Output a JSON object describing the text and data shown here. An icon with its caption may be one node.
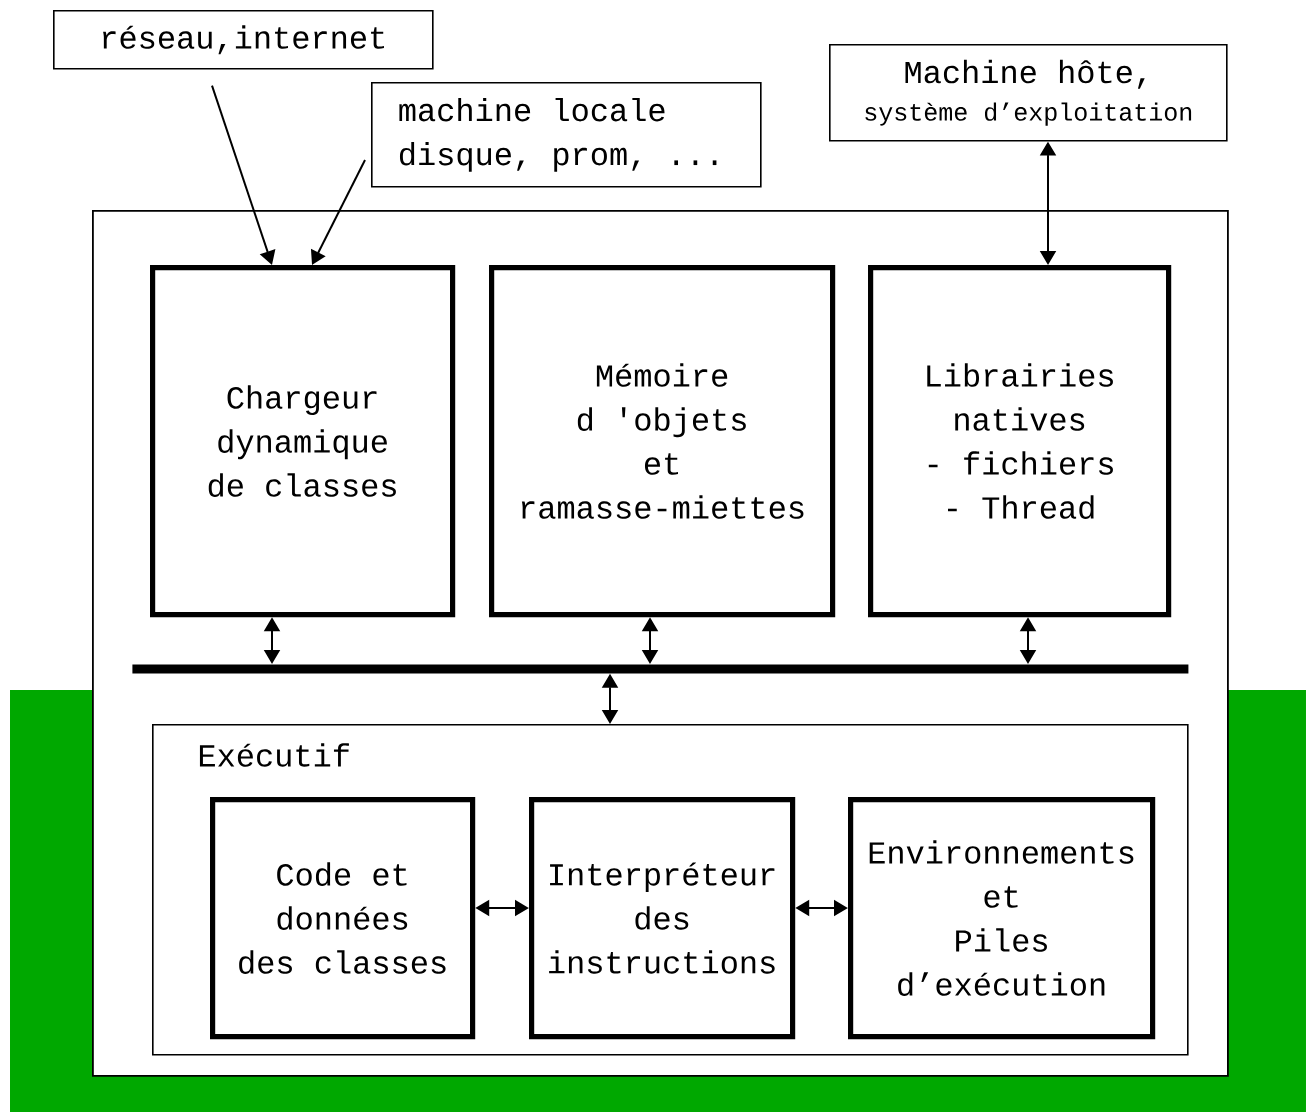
{
  "diagram": {
    "nodes": [
      {
        "text": [
          "réseau,internet"
        ]
      },
      {
        "text": [
          "machine locale disque, prom, ..."
        ]
      },
      {
        "text": [
          "Machine hôte,",
          "système d’exploitation"
        ]
      },
      {
        "text": [],
        "shape": "box"
      },
      {
        "text": [
          "Chargeur dynamique de classes"
        ],
        "in": 3
      },
      {
        "text": [
          "Mémoire d 'objets et ramasse-miettes"
        ],
        "in": 3
      },
      {
        "text": [
          "Librairies natives - fichiers - Thread"
        ],
        "in": 3
      },
      {
        "text": [],
        "shape": "bar",
        "in": 3
      },
      {
        "text": [
          "Exécutif"
        ],
        "in": 3
      },
      {
        "text": [
          "Code et données des classes"
        ],
        "in": 8
      },
      {
        "text": [
          "Interpréteur des instructions"
        ],
        "in": 8
      },
      {
        "text": [
          "Environnements et Piles d’exécution"
        ],
        "in": 8
      }
    ],
    "edges": [
      {
        "from": 0,
        "to": 4,
        "arrow": "to"
      },
      {
        "from": 1,
        "to": 4,
        "arrow": "to"
      },
      {
        "from": 2,
        "to": 6,
        "arrow": "both"
      },
      {
        "from": 4,
        "to": 7,
        "arrow": "both"
      },
      {
        "from": 5,
        "to": 7,
        "arrow": "both"
      },
      {
        "from": 6,
        "to": 7,
        "arrow": "both"
      },
      {
        "from": 7,
        "to": 8,
        "arrow": "both"
      },
      {
        "from": 9,
        "to": 10,
        "arrow": "both"
      },
      {
        "from": 10,
        "to": 11,
        "arrow": "both"
      }
    ]
  }
}
